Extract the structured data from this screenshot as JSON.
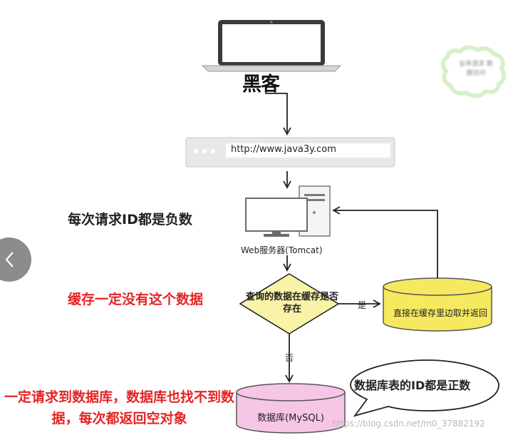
{
  "diagram": {
    "hacker_label": "黑客",
    "browser_url": "http://www.java3y.com",
    "server_label": "Web服务器(Tomcat)",
    "decision_label": "查询的数据在缓存是否存在",
    "yes_label": "是",
    "no_label": "否",
    "cache_label": "直接在缓存里边取并返回",
    "db_label": "数据库(MySQL)",
    "bubble_label": "数据库表的ID都是正数",
    "blurred_note": "业务请求 数据访问"
  },
  "annotations": {
    "negative_ids": "每次请求ID都是负数",
    "cache_miss": "缓存一定没有这个数据",
    "db_miss": "一定请求到数据库，数据库也找不到数据，每次都返回空对象"
  },
  "watermark": "https://blog.csdn.net/m0_37882192",
  "icons": {
    "back": "chevron-left-icon"
  },
  "colors": {
    "red_note": "#e52424",
    "decision_fill": "#f8f3a6",
    "cache_fill": "#f5e960",
    "db_fill": "#f6c6e6",
    "back_button": "#8c8c8c"
  }
}
